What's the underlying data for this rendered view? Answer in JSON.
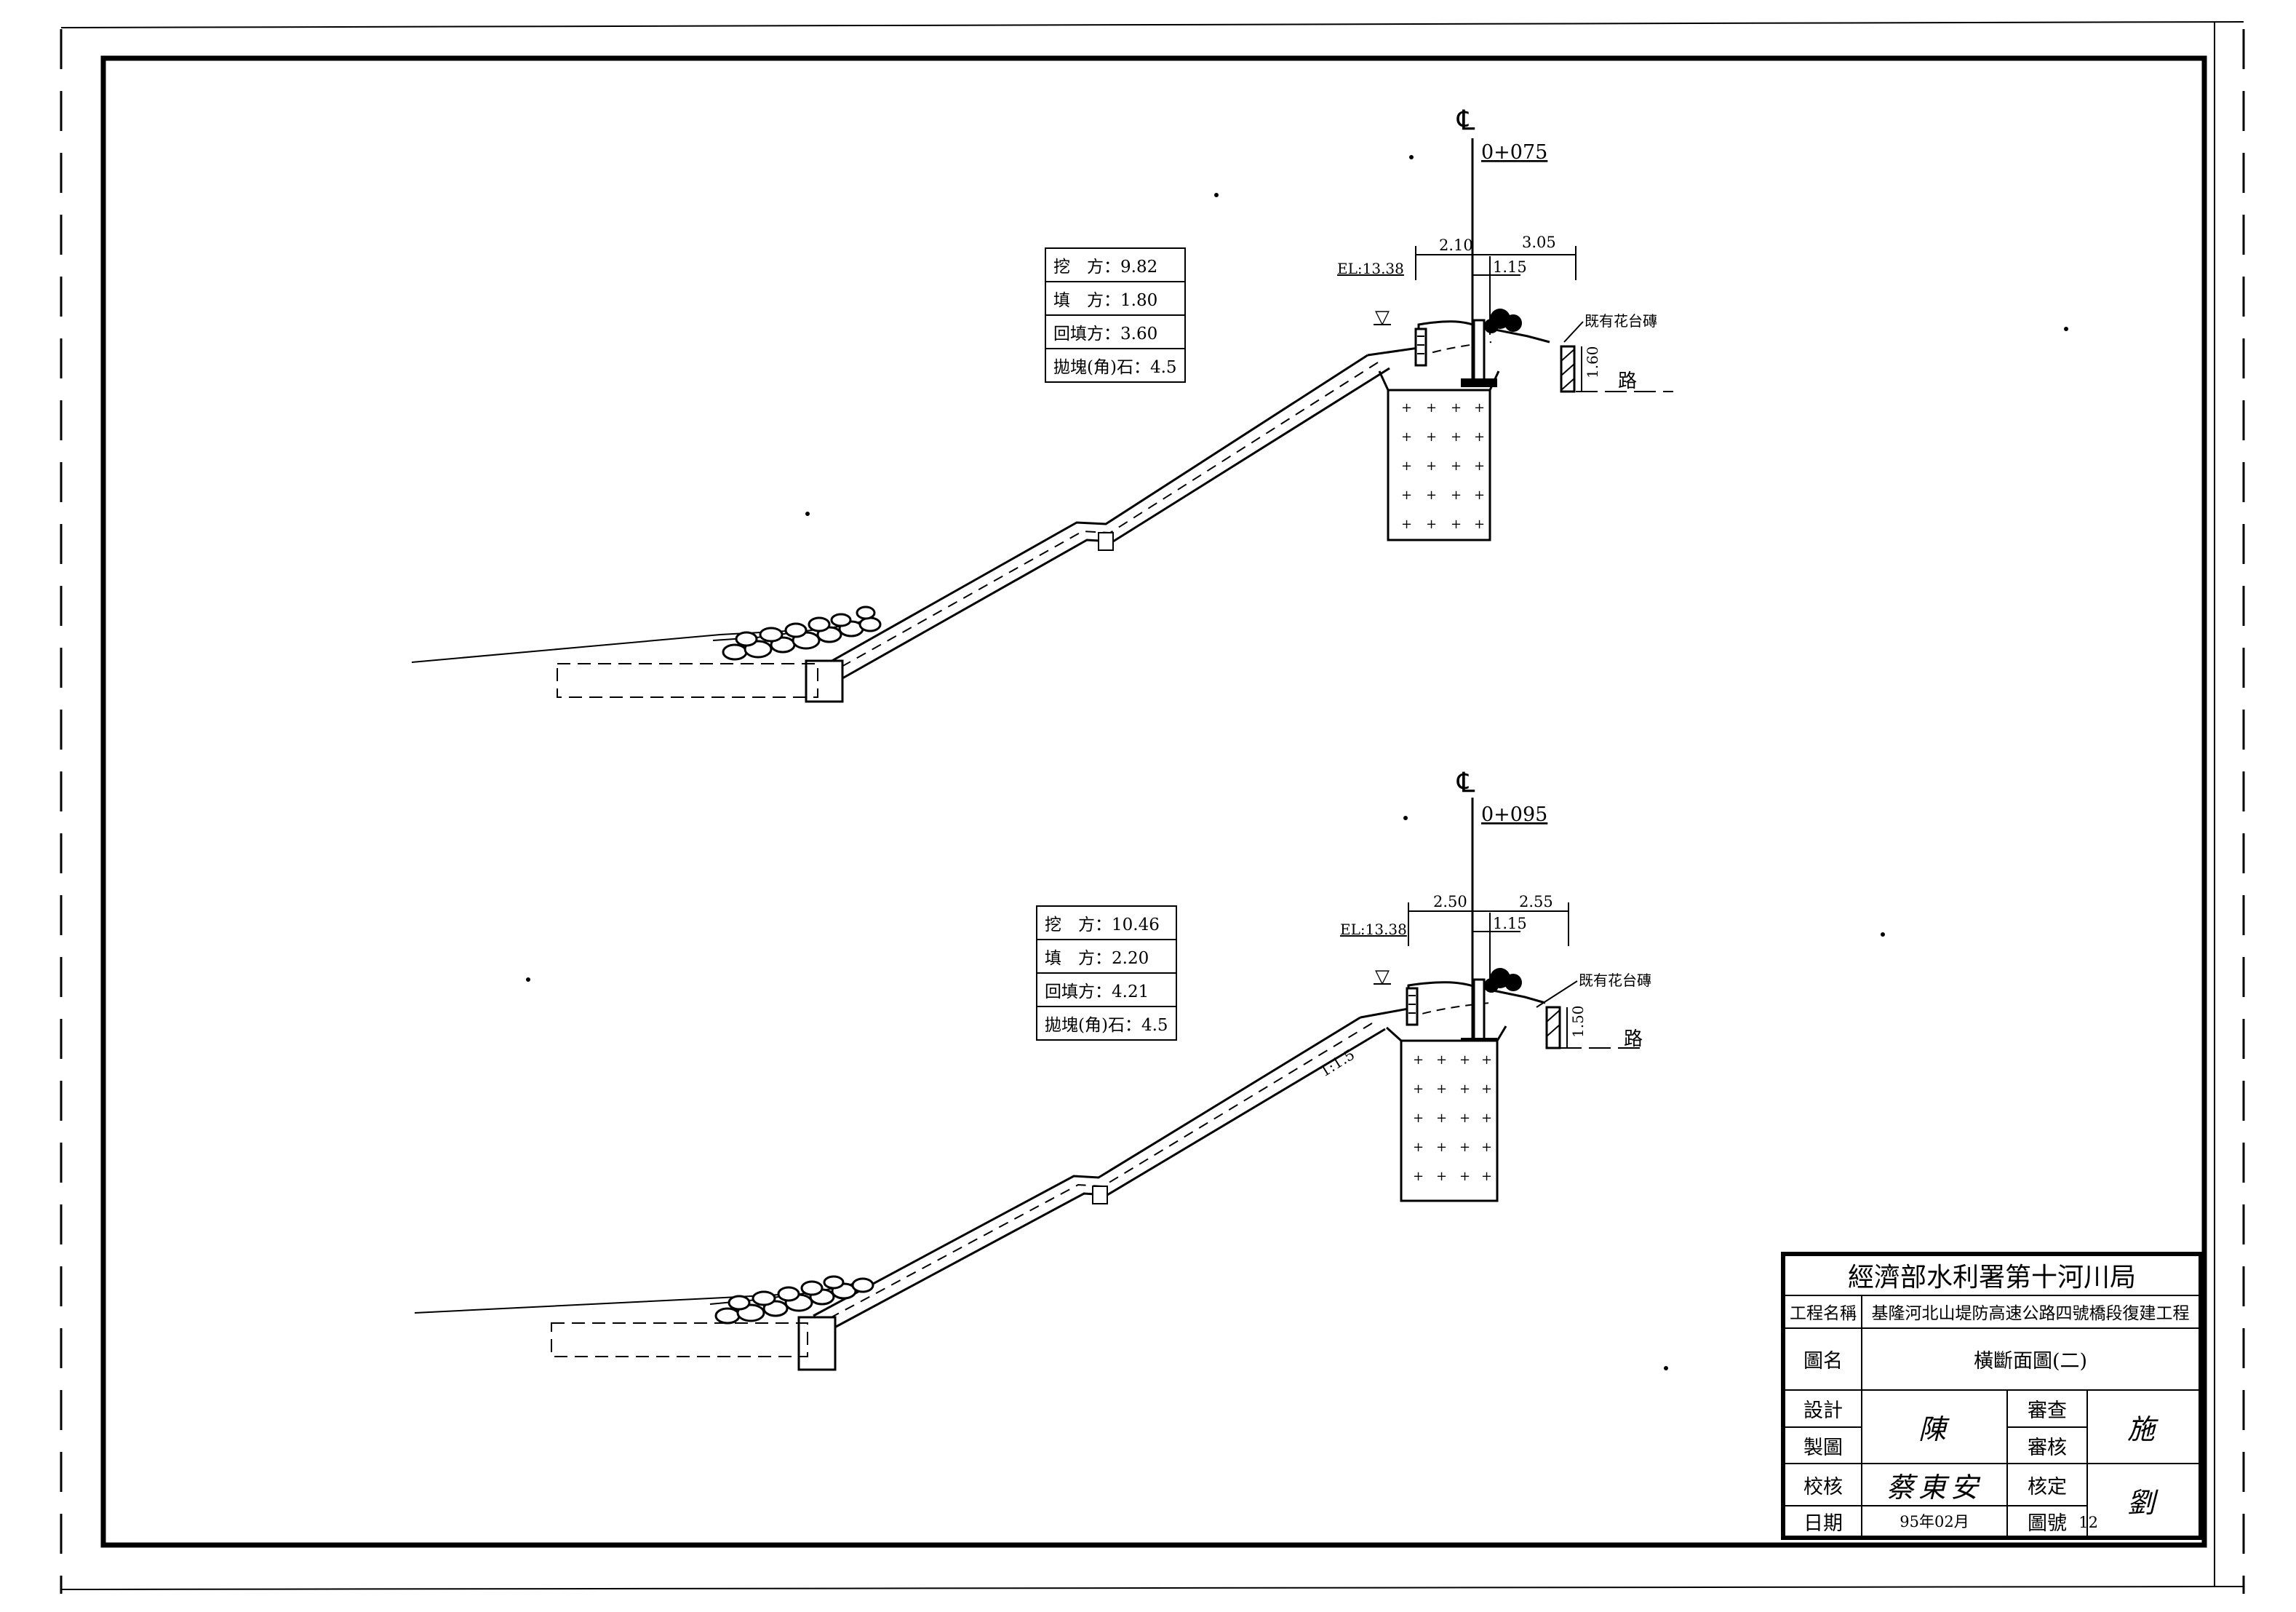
{
  "sections": [
    {
      "station": "0+075",
      "centerline": "℄",
      "elevation": "EL:13.38",
      "dims": {
        "left_width": "2.10",
        "right_width": "3.05",
        "inner_width": "1.15",
        "wall_height": "1.60"
      },
      "labels": {
        "planter": "既有花台磚",
        "road": "路",
        "slope": ""
      },
      "quantities": [
        {
          "label": "挖　方",
          "value": "9.82"
        },
        {
          "label": "填　方",
          "value": "1.80"
        },
        {
          "label": "回填方",
          "value": "3.60"
        },
        {
          "label": "拋塊(角)石",
          "value": "4.5"
        }
      ]
    },
    {
      "station": "0+095",
      "centerline": "℄",
      "elevation": "EL:13.38",
      "dims": {
        "left_width": "2.50",
        "right_width": "2.55",
        "inner_width": "1.15",
        "wall_height": "1.50"
      },
      "labels": {
        "planter": "既有花台磚",
        "road": "路",
        "slope": "1:1.5"
      },
      "quantities": [
        {
          "label": "挖　方",
          "value": "10.46"
        },
        {
          "label": "填　方",
          "value": "2.20"
        },
        {
          "label": "回填方",
          "value": "4.21"
        },
        {
          "label": "拋塊(角)石",
          "value": "4.5"
        }
      ]
    }
  ],
  "title_block": {
    "organization": "經濟部水利署第十河川局",
    "project_label": "工程名稱",
    "project_name": "基隆河北山堤防高速公路四號橋段復建工程",
    "drawing_label": "圖名",
    "drawing_name": "橫斷面圖(二)",
    "design_label": "設計",
    "design_sign": "陳",
    "review_label": "審查",
    "review_sign": "施",
    "draft_label": "製圖",
    "audit_label": "審核",
    "check_label": "校核",
    "check_sign": "蔡東安",
    "approve_label": "核定",
    "approve_sign": "劉",
    "date_label": "日期",
    "date_value": "95年02月",
    "sheet_label": "圖號",
    "sheet_value": "12"
  }
}
